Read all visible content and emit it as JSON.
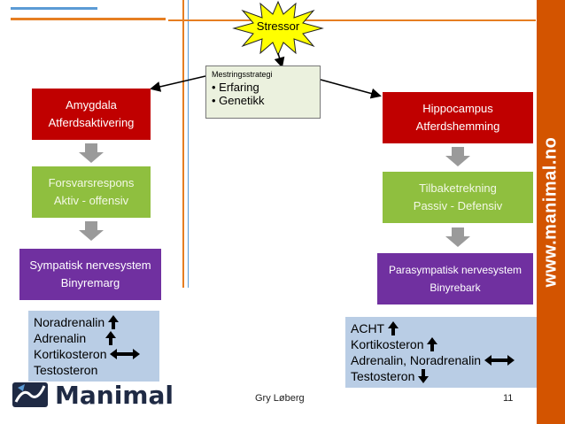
{
  "sidebar": {
    "url": "www.manimal.no"
  },
  "stressor": {
    "label": "Stressor"
  },
  "strategy": {
    "heading": "Mestringsstrategi",
    "items": [
      "• Erfaring",
      "• Genetikk"
    ]
  },
  "left": {
    "box1": {
      "line1": "Amygdala",
      "line2": "Atferdsaktivering"
    },
    "box2": {
      "line1": "Forsvarsrespons",
      "line2": "Aktiv - offensiv"
    },
    "box3": {
      "line1": "Sympatisk nervesystem",
      "line2": "Binyremarg"
    },
    "hormones": [
      "Noradrenalin",
      "Adrenalin",
      "Kortikosteron",
      "Testosteron"
    ]
  },
  "right": {
    "box1": {
      "line1": "Hippocampus",
      "line2": "Atferdshemming"
    },
    "box2": {
      "line1": "Tilbaketrekning",
      "line2": "Passiv - Defensiv"
    },
    "box3": {
      "line1": "Parasympatisk nervesystem",
      "line2": "Binyrebark"
    },
    "hormones": [
      "ACHT",
      "Kortikosteron",
      "Adrenalin, Noradrenalin",
      "Testosteron"
    ]
  },
  "footer": {
    "author": "Gry Løberg",
    "page": "11"
  },
  "logo": {
    "text": "Manimal"
  },
  "colors": {
    "red": "#c00000",
    "green": "#8fbf3f",
    "purple": "#7030a0",
    "orange": "#d35400",
    "hormone_bg": "#b9cde5"
  }
}
